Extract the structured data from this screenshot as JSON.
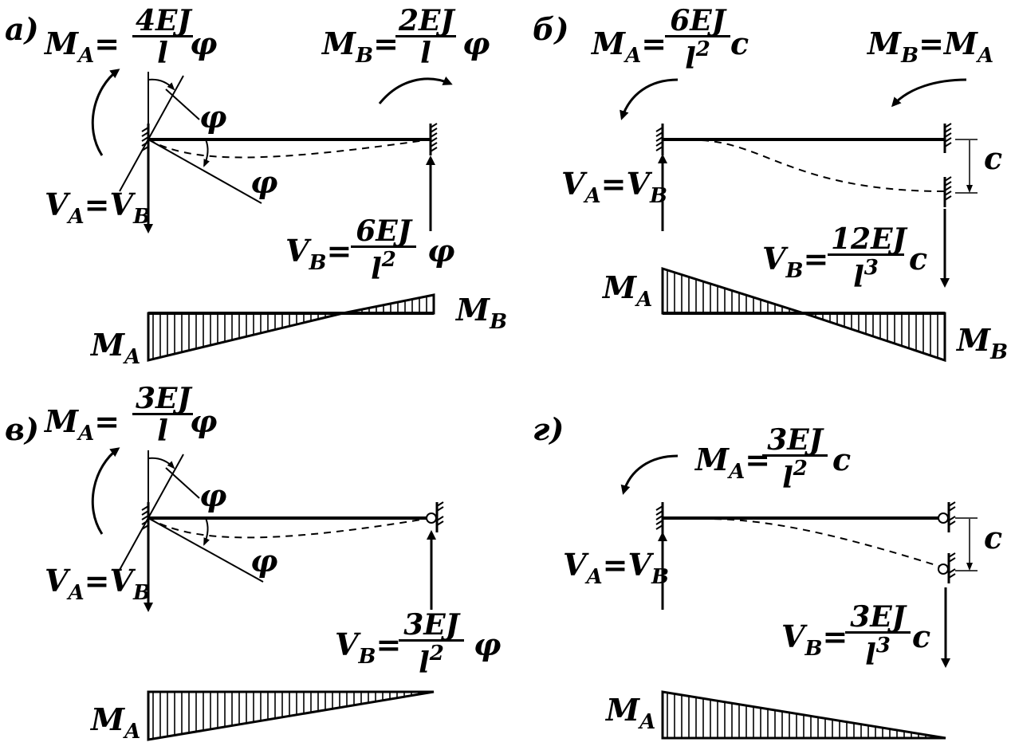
{
  "panels": {
    "a": {
      "tag": "а)",
      "ma_lhs": "M",
      "ma_sub": "A",
      "ma_eq": "=",
      "ma_num": "4EJ",
      "ma_den": "l",
      "ma_tail": "φ",
      "mb_lhs": "M",
      "mb_sub": "B",
      "mb_eq": "=",
      "mb_num": "2EJ",
      "mb_den": "l",
      "mb_tail": "φ",
      "phi1": "φ",
      "phi2": "φ",
      "va_lhs": "V",
      "va_sub": "A",
      "va_eq": "=V",
      "va_sub2": "B",
      "vb_lhs": "V",
      "vb_sub": "B",
      "vb_eq": "=",
      "vb_num": "6EJ",
      "vb_den": "l",
      "vb_den_sup": "2",
      "vb_tail": "φ",
      "diag_left": "M",
      "diag_left_sub": "A",
      "diag_right": "M",
      "diag_right_sub": "B"
    },
    "b": {
      "tag": "б)",
      "ma_lhs": "M",
      "ma_sub": "A",
      "ma_eq": "=",
      "ma_num": "6EJ",
      "ma_den": "l",
      "ma_den_sup": "2",
      "ma_tail": "c",
      "mb_text": "M",
      "mb_sub": "B",
      "mb_eq": "=M",
      "mb_sub2": "A",
      "c_label": "c",
      "va_lhs": "V",
      "va_sub": "A",
      "va_eq": "=V",
      "va_sub2": "B",
      "vb_lhs": "V",
      "vb_sub": "B",
      "vb_eq": "=",
      "vb_num": "12EJ",
      "vb_den": "l",
      "vb_den_sup": "3",
      "vb_tail": "c",
      "diag_left": "M",
      "diag_left_sub": "A",
      "diag_right": "M",
      "diag_right_sub": "B"
    },
    "v": {
      "tag": "в)",
      "ma_lhs": "M",
      "ma_sub": "A",
      "ma_eq": "=",
      "ma_num": "3EJ",
      "ma_den": "l",
      "ma_tail": "φ",
      "phi1": "φ",
      "phi2": "φ",
      "va_lhs": "V",
      "va_sub": "A",
      "va_eq": "=V",
      "va_sub2": "B",
      "vb_lhs": "V",
      "vb_sub": "B",
      "vb_eq": "=",
      "vb_num": "3EJ",
      "vb_den": "l",
      "vb_den_sup": "2",
      "vb_tail": "φ",
      "diag_left": "M",
      "diag_left_sub": "A"
    },
    "g": {
      "tag": "г)",
      "ma_lhs": "M",
      "ma_sub": "A",
      "ma_eq": "=",
      "ma_num": "3EJ",
      "ma_den": "l",
      "ma_den_sup": "2",
      "ma_tail": "c",
      "c_label": "c",
      "va_lhs": "V",
      "va_sub": "A",
      "va_eq": "=V",
      "va_sub2": "B",
      "vb_lhs": "V",
      "vb_sub": "B",
      "vb_eq": "=",
      "vb_num": "3EJ",
      "vb_den": "l",
      "vb_den_sup": "3",
      "vb_tail": "c",
      "diag_left": "M",
      "diag_left_sub": "A"
    }
  }
}
